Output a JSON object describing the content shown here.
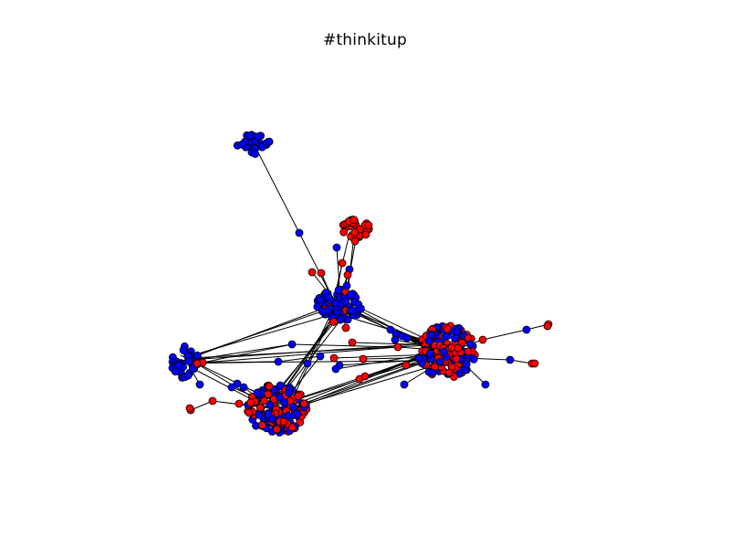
{
  "figure": {
    "title": "#thinkitup"
  },
  "colors": {
    "group_a": "#0000ff",
    "group_b": "#ff0000",
    "edge": "#000000",
    "node_outline": "#000000",
    "background": "#ffffff"
  },
  "graph": {
    "type": "network",
    "node_groups": [
      "blue",
      "red"
    ],
    "clusters": [
      {
        "id": "top-left-cluster",
        "color_mix": "blue"
      },
      {
        "id": "top-red-cluster",
        "color_mix": "red"
      },
      {
        "id": "central-hub-cluster",
        "color_mix": "blue"
      },
      {
        "id": "right-hub-cluster",
        "color_mix": "red-blue"
      },
      {
        "id": "left-cluster",
        "color_mix": "blue"
      },
      {
        "id": "bottom-hub-cluster",
        "color_mix": "red-blue"
      }
    ]
  }
}
